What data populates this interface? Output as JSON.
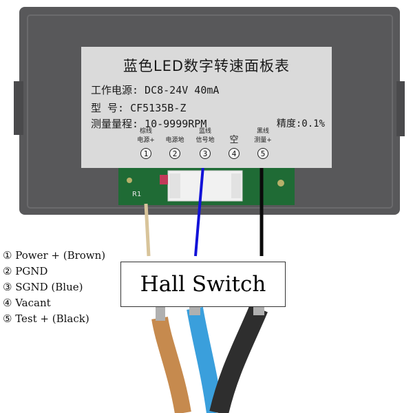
{
  "panel_label": {
    "title": "蓝色LED数字转速面板表",
    "row1": "工作电源: DC8-24V  40mA",
    "row2": "型   号: CF5135B-Z",
    "row3": "测量量程: 10-9999RPM",
    "accuracy": "精度:0.1%"
  },
  "pins": [
    {
      "number": "1",
      "top_label": "棕线",
      "label": "电源+"
    },
    {
      "number": "2",
      "top_label": "",
      "label": "电源地"
    },
    {
      "number": "3",
      "top_label": "蓝线",
      "label": "信号地"
    },
    {
      "number": "4",
      "top_label": "",
      "label": "空"
    },
    {
      "number": "5",
      "top_label": "黑线",
      "label": "测量+"
    }
  ],
  "board_marking": "R1",
  "legend": [
    "① Power + (Brown)",
    "② PGND",
    "③ SGND (Blue)",
    "④ Vacant",
    "⑤ Test + (Black)"
  ],
  "sensor_label": "Hall Switch",
  "colors": {
    "housing": "#58585a",
    "pcb": "#1f6b35",
    "brown_wire": "#c68a4e",
    "blue_wire": "#3a9fdc",
    "black_wire": "#2a2a2a",
    "signal_wire": "#1212d8"
  }
}
